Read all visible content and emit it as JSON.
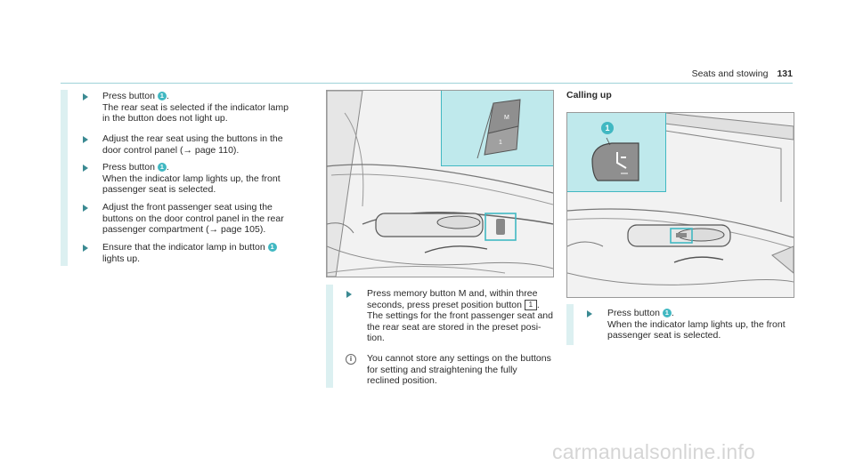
{
  "header": {
    "section": "Seats and stowing",
    "page": "131"
  },
  "left_steps": [
    {
      "lines": [
        "Press button ",
        "."
      ],
      "badge": "1",
      "extra": [
        "The rear seat is selected if the indicator lamp",
        "in the button does not light up."
      ]
    },
    {
      "lines": [
        "Adjust the rear seat using the buttons in the",
        "door control panel (→ page 110)."
      ]
    },
    {
      "lines": [
        "Press button ",
        "."
      ],
      "badge": "1",
      "extra": [
        "When the indicator lamp lights up, the front",
        "passenger seat is selected."
      ]
    },
    {
      "lines": [
        "Adjust the front passenger seat using the",
        "buttons on the door control panel in the rear",
        "passenger compartment (→ page 105)."
      ]
    },
    {
      "lines": [
        "Ensure that the indicator lamp in button ",
        "lights up."
      ],
      "badge": "1"
    }
  ],
  "figure1": {
    "button_m": "M",
    "button_1": "1"
  },
  "middle_step": {
    "l1": "Press memory button M and, within three",
    "l2a": "seconds, press preset position button ",
    "key": "1",
    "l2b": ".",
    "l3": "The settings for the front passenger seat and",
    "l4": "the rear seat are stored in the preset posi-",
    "l5": "tion."
  },
  "note": {
    "icon": "i",
    "lines": [
      "You cannot store any settings on the buttons",
      "for setting and straightening the fully",
      "reclined position."
    ]
  },
  "right": {
    "subhead": "Calling up",
    "badge": "1",
    "step_l1a": "Press button ",
    "step_l1b": ".",
    "step_l2": "When the indicator lamp lights up, the front",
    "step_l3": "passenger seat is selected."
  },
  "watermark": "carmanualsonline.info",
  "colors": {
    "accent": "#41b8c2",
    "inset": "#bfe9ec",
    "bar": "#dcf0f1"
  }
}
